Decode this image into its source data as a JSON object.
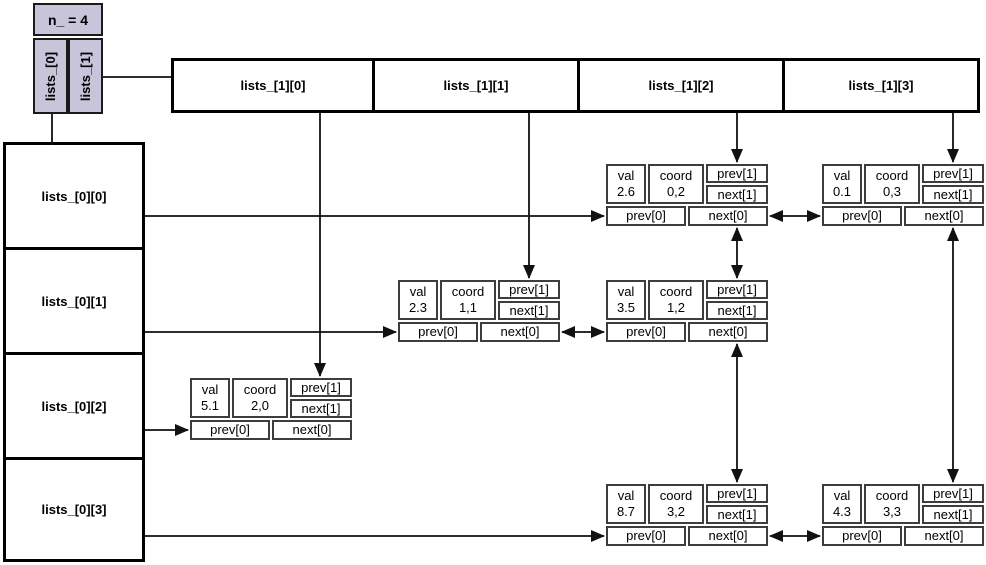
{
  "title_box": {
    "label": "n_ = 4"
  },
  "lists": {
    "dim0_label": "lists_[0]",
    "dim1_label": "lists_[1]",
    "col_headers": [
      "lists_[1][0]",
      "lists_[1][1]",
      "lists_[1][2]",
      "lists_[1][3]"
    ],
    "row_headers": [
      "lists_[0][0]",
      "lists_[0][1]",
      "lists_[0][2]",
      "lists_[0][3]"
    ]
  },
  "field_labels": {
    "val": "val",
    "coord": "coord",
    "prev1": "prev[1]",
    "next1": "next[1]",
    "prev0": "prev[0]",
    "next0": "next[0]"
  },
  "nodes": {
    "n02": {
      "val": "2.6",
      "coord": "0,2"
    },
    "n03": {
      "val": "0.1",
      "coord": "0,3"
    },
    "n11": {
      "val": "2.3",
      "coord": "1,1"
    },
    "n12": {
      "val": "3.5",
      "coord": "1,2"
    },
    "n20": {
      "val": "5.1",
      "coord": "2,0"
    },
    "n32": {
      "val": "8.7",
      "coord": "3,2"
    },
    "n33": {
      "val": "4.3",
      "coord": "3,3"
    }
  },
  "connections": {
    "row_head_arrows": [
      "lists_[0][0] -> node(0,2).prev[0]",
      "lists_[0][1] -> node(1,1).prev[0]",
      "lists_[0][2] -> node(2,0).prev[0]",
      "lists_[0][3] -> node(3,2).prev[0]"
    ],
    "col_head_arrows": [
      "lists_[1][0] -> node(2,0).prev[1]",
      "lists_[1][1] -> node(1,1).prev[1]",
      "lists_[1][2] -> node(0,2).prev[1]",
      "lists_[1][3] -> node(0,3).prev[1]"
    ],
    "bidirectional_row_links": [
      "node(0,2) <-> node(0,3)",
      "node(1,1) <-> node(1,2)",
      "node(3,2) <-> node(3,3)"
    ],
    "bidirectional_col_links": [
      "node(0,2) <-> node(1,2)",
      "node(1,2) <-> node(3,2)",
      "node(0,3) <-> node(3,3)"
    ]
  },
  "colors": {
    "lavender_fill": "#c8c4d9",
    "line_color": "#111111",
    "cell_border": "#3d3d3d",
    "box_border": "#000000"
  }
}
